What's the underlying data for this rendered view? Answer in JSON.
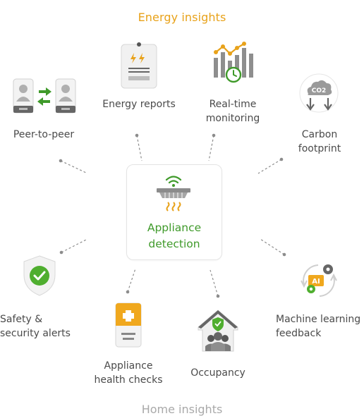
{
  "header": {
    "title": "Energy insights"
  },
  "footer": {
    "title": "Home insights"
  },
  "center": {
    "line1": "Appliance",
    "line2": "detection"
  },
  "nodes": {
    "energy_reports": {
      "line1": "Energy reports"
    },
    "realtime": {
      "line1": "Real-time",
      "line2": "monitoring"
    },
    "peer": {
      "line1": "Peer-to-peer"
    },
    "carbon": {
      "line1": "Carbon",
      "line2": "footprint",
      "badge": "CO2"
    },
    "safety": {
      "line1": "Safety &",
      "line2": "security alerts"
    },
    "health": {
      "line1": "Appliance",
      "line2": "health checks"
    },
    "occupancy": {
      "line1": "Occupancy"
    },
    "ml": {
      "line1": "Machine learning",
      "line2": "feedback",
      "badge": "AI"
    }
  },
  "colors": {
    "accent_orange": "#e8a21a",
    "accent_green": "#3f9a2a",
    "muted_gray": "#a9a9a9",
    "text": "#4a4a4a"
  }
}
